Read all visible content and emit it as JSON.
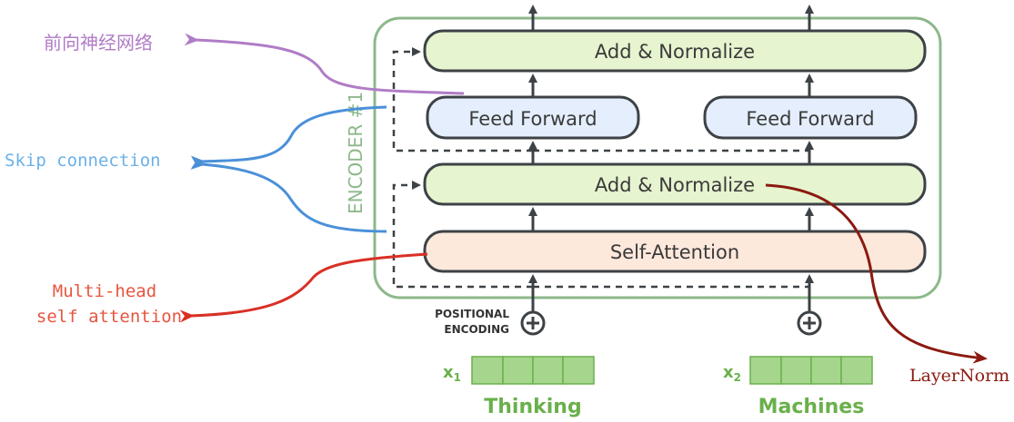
{
  "encoder": {
    "title": "ENCODER #1",
    "add_normalize_top": "Add & Normalize",
    "feed_forward_1": "Feed Forward",
    "feed_forward_2": "Feed Forward",
    "add_normalize_bottom": "Add & Normalize",
    "self_attention": "Self-Attention"
  },
  "positional_encoding": {
    "line1": "POSITIONAL",
    "line2": "ENCODING"
  },
  "inputs": [
    {
      "subscript_label": "x",
      "subscript": "1",
      "word": "Thinking"
    },
    {
      "subscript_label": "x",
      "subscript": "2",
      "word": "Machines"
    }
  ],
  "annotations": {
    "ffn": "前向神经网络",
    "skip": "Skip connection",
    "mha_line1": "Multi-head",
    "mha_line2": "self attention",
    "layernorm": "LayerNorm"
  },
  "colors": {
    "encoder_border": "#8db88a",
    "add_norm_fill": "#e6f4cf",
    "feed_forward_fill": "#e4eefc",
    "self_attention_fill": "#fde8dc",
    "block_stroke": "#3d4246",
    "ffn_arrow": "#b07cc6",
    "skip_arrow": "#4a90d9",
    "mha_arrow": "#d93025",
    "layernorm_arrow": "#8b1a10",
    "vector_fill": "#a6d68e",
    "word_green": "#6ab04c"
  }
}
